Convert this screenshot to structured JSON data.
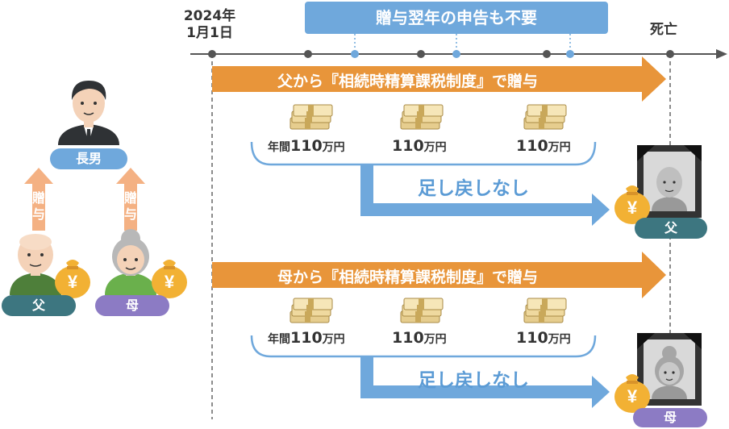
{
  "timeline": {
    "start_label_line1": "2024年",
    "start_label_line2": "1月1日",
    "end_label": "死亡",
    "banner": "贈与翌年の申告も不要"
  },
  "father_row": {
    "arrow_label": "父から『相続時精算課税制度』で贈与",
    "amounts": [
      {
        "prefix": "年間",
        "value": "110",
        "unit": "万円"
      },
      {
        "prefix": "",
        "value": "110",
        "unit": "万円"
      },
      {
        "prefix": "",
        "value": "110",
        "unit": "万円"
      }
    ],
    "refund_label": "足し戻しなし",
    "deceased_tag": "父"
  },
  "mother_row": {
    "arrow_label": "母から『相続時精算課税制度』で贈与",
    "amounts": [
      {
        "prefix": "年間",
        "value": "110",
        "unit": "万円"
      },
      {
        "prefix": "",
        "value": "110",
        "unit": "万円"
      },
      {
        "prefix": "",
        "value": "110",
        "unit": "万円"
      }
    ],
    "refund_label": "足し戻しなし",
    "deceased_tag": "母"
  },
  "family": {
    "son_tag": "長男",
    "father_tag": "父",
    "mother_tag": "母",
    "gift_left": "贈与",
    "gift_right": "贈与",
    "money_symbol": "¥"
  },
  "colors": {
    "orange": "#e8953a",
    "blue": "#6fa8dc",
    "teal": "#3d7680",
    "purple": "#8c7bc4",
    "gold": "#f2b134",
    "timeline": "#555555"
  }
}
